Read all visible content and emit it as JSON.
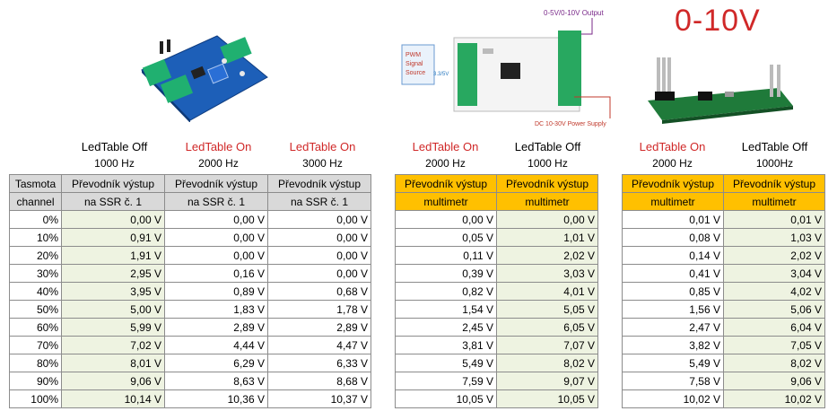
{
  "big_title": "0-10V",
  "diagram": {
    "output_label": "0-5V/0-10V Output",
    "pwm_label": "PWM\nSignal\nSource",
    "v33_label": "3.3/5V",
    "power_label": "DC 10-30V Power Supply"
  },
  "tables": [
    {
      "headers": [
        {
          "line1": "LedTable Off",
          "line2": "1000 Hz",
          "color": "black"
        },
        {
          "line1": "LedTable On",
          "line2": "2000 Hz",
          "color": "red"
        },
        {
          "line1": "LedTable On",
          "line2": "3000 Hz",
          "color": "red"
        }
      ],
      "label_header": [
        "Tasmota",
        "channel"
      ],
      "col_header": [
        "Převodník výstup",
        "na SSR č. 1"
      ],
      "rows": [
        [
          "0%",
          "0,00 V",
          "0,00 V",
          "0,00 V"
        ],
        [
          "10%",
          "0,91 V",
          "0,00 V",
          "0,00 V"
        ],
        [
          "20%",
          "1,91 V",
          "0,00 V",
          "0,00 V"
        ],
        [
          "30%",
          "2,95 V",
          "0,16 V",
          "0,00 V"
        ],
        [
          "40%",
          "3,95 V",
          "0,89 V",
          "0,68 V"
        ],
        [
          "50%",
          "5,00 V",
          "1,83 V",
          "1,78 V"
        ],
        [
          "60%",
          "5,99 V",
          "2,89 V",
          "2,89 V"
        ],
        [
          "70%",
          "7,02 V",
          "4,44 V",
          "4,47 V"
        ],
        [
          "80%",
          "8,01 V",
          "6,29 V",
          "6,33 V"
        ],
        [
          "90%",
          "9,06 V",
          "8,63 V",
          "8,68 V"
        ],
        [
          "100%",
          "10,14 V",
          "10,36 V",
          "10,37 V"
        ]
      ]
    },
    {
      "headers": [
        {
          "line1": "LedTable On",
          "line2": "2000 Hz",
          "color": "red"
        },
        {
          "line1": "LedTable Off",
          "line2": "1000 Hz",
          "color": "black"
        }
      ],
      "col_header": [
        "Převodník výstup",
        "multimetr"
      ],
      "rows": [
        [
          "0,00 V",
          "0,00 V"
        ],
        [
          "0,05 V",
          "1,01 V"
        ],
        [
          "0,11 V",
          "2,02 V"
        ],
        [
          "0,39 V",
          "3,03 V"
        ],
        [
          "0,82 V",
          "4,01 V"
        ],
        [
          "1,54 V",
          "5,05 V"
        ],
        [
          "2,45 V",
          "6,05 V"
        ],
        [
          "3,81 V",
          "7,07 V"
        ],
        [
          "5,49 V",
          "8,02 V"
        ],
        [
          "7,59 V",
          "9,07 V"
        ],
        [
          "10,05 V",
          "10,05 V"
        ]
      ]
    },
    {
      "headers": [
        {
          "line1": "LedTable On",
          "line2": "2000 Hz",
          "color": "red"
        },
        {
          "line1": "LedTable Off",
          "line2": "1000Hz",
          "color": "black"
        }
      ],
      "col_header": [
        "Převodník výstup",
        "multimetr"
      ],
      "rows": [
        [
          "0,01 V",
          "0,01 V"
        ],
        [
          "0,08 V",
          "1,03 V"
        ],
        [
          "0,14 V",
          "2,02 V"
        ],
        [
          "0,41 V",
          "3,04 V"
        ],
        [
          "0,85 V",
          "4,02 V"
        ],
        [
          "1,56 V",
          "5,06 V"
        ],
        [
          "2,47 V",
          "6,04 V"
        ],
        [
          "3,82 V",
          "7,05 V"
        ],
        [
          "5,49 V",
          "8,02 V"
        ],
        [
          "7,58 V",
          "9,06 V"
        ],
        [
          "10,02 V",
          "10,02 V"
        ]
      ]
    }
  ]
}
